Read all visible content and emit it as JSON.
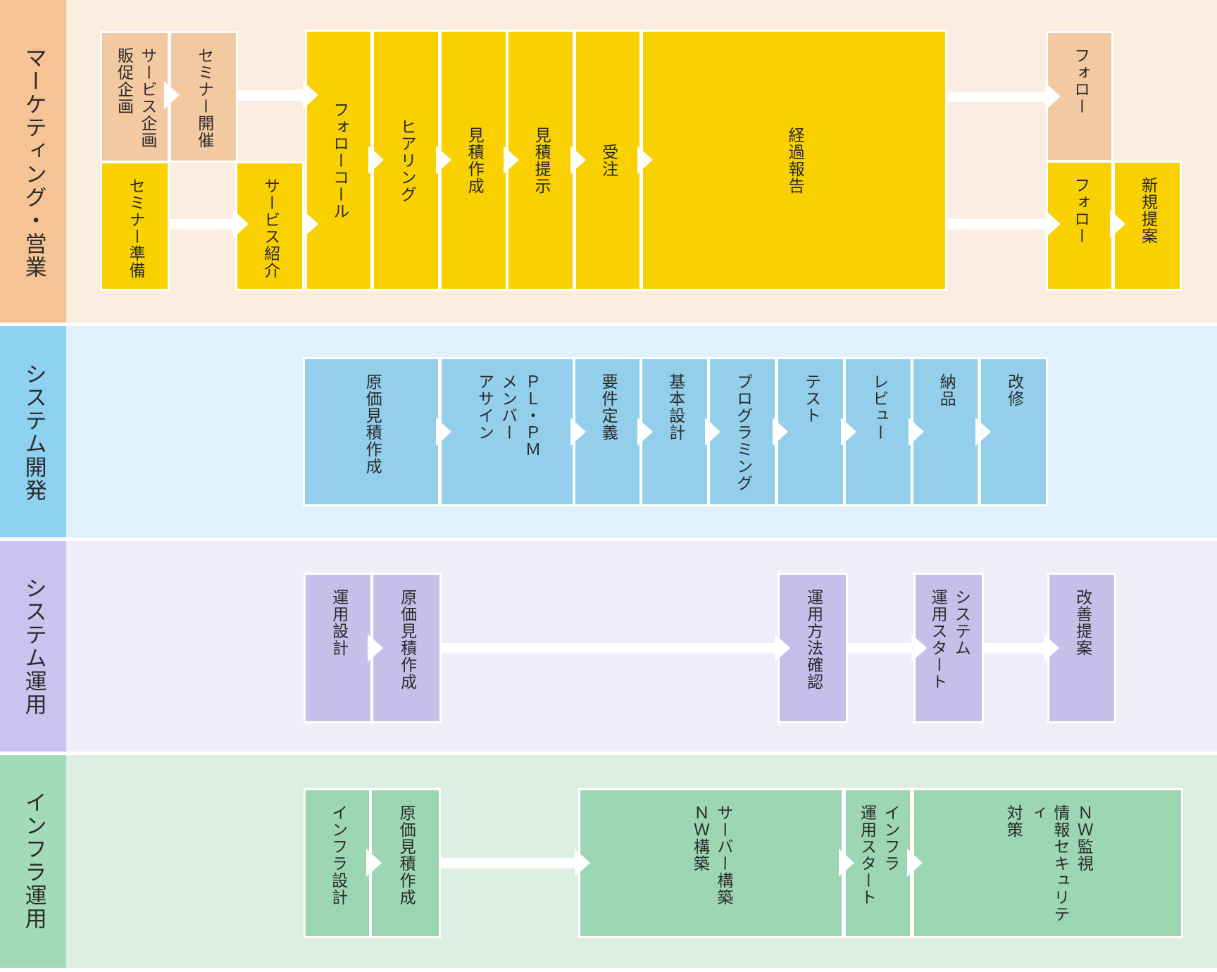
{
  "colors": {
    "yellow_box": "#F9D100",
    "peach_box": "#F3C9A2",
    "blue_box": "#93CFEB",
    "lavender_box": "#C5C0EA",
    "green_box": "#9DD6B2",
    "lane1_label_bg": "#F5C394",
    "lane1_bg": "#FBEEE1",
    "lane2_label_bg": "#8FD1F0",
    "lane2_bg": "#DFF2FB",
    "lane3_label_bg": "#C8C4EF",
    "lane3_bg": "#EFEDF9",
    "lane4_label_bg": "#A3DAB8",
    "lane4_bg": "#DDEFE3",
    "text": "#2A2A2A",
    "arrow": "#FFFFFF"
  },
  "lanes": [
    {
      "label": "マーケティング・営業",
      "boxes": [
        {
          "label": "サービス企画\n販促企画"
        },
        {
          "label": "セミナー開催"
        },
        {
          "label": "セミナー準備"
        },
        {
          "label": "サービス紹介"
        },
        {
          "label": "フォローコール"
        },
        {
          "label": "ヒアリング"
        },
        {
          "label": "見積作成"
        },
        {
          "label": "見積提示"
        },
        {
          "label": "受注"
        },
        {
          "label": "経過報告"
        },
        {
          "label": "フォロー"
        },
        {
          "label": "フォロー"
        },
        {
          "label": "新規提案"
        }
      ]
    },
    {
      "label": "システム開発",
      "boxes": [
        {
          "label": "原価見積作成"
        },
        {
          "label": "ＰＬ・ＰＭ\nメンバー\nアサイン"
        },
        {
          "label": "要件定義"
        },
        {
          "label": "基本設計"
        },
        {
          "label": "プログラミング"
        },
        {
          "label": "テスト"
        },
        {
          "label": "レビュー"
        },
        {
          "label": "納品"
        },
        {
          "label": "改修"
        }
      ]
    },
    {
      "label": "システム運用",
      "boxes": [
        {
          "label": "運用設計"
        },
        {
          "label": "原価見積作成"
        },
        {
          "label": "運用方法確認"
        },
        {
          "label": "システム\n運用スタート"
        },
        {
          "label": "改善提案"
        }
      ]
    },
    {
      "label": "インフラ運用",
      "boxes": [
        {
          "label": "インフラ設計"
        },
        {
          "label": "原価見積作成"
        },
        {
          "label": "サーバー構築\nＮＷ構築"
        },
        {
          "label": "インフラ\n運用スタート"
        },
        {
          "label": "ＮＷ監視\n情報セキュリティ\n対策"
        }
      ]
    }
  ]
}
